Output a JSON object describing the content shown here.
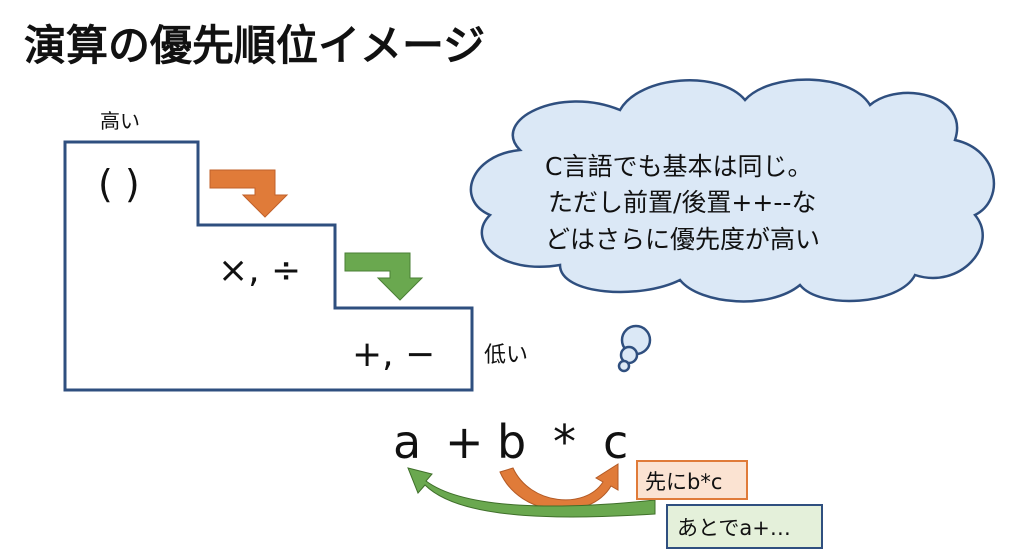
{
  "title": "演算の優先順位イメージ",
  "stairs": {
    "high_label": "高い",
    "low_label": "低い",
    "level1": "(  )",
    "level2": "×, ÷",
    "level3": "+, −"
  },
  "cloud": {
    "line1": "C言語でも基本は同じ。",
    "line2": "ただし前置/後置++--な",
    "line3": "どはさらに優先度が高い"
  },
  "expression": {
    "a": "a",
    "plus": "+",
    "b": "b",
    "star": "*",
    "c": "c"
  },
  "notes": {
    "first": "先にb*c",
    "then": "あとでa+…"
  },
  "colors": {
    "outline": "#2f4f7f",
    "orange": "#e07b39",
    "green": "#6aa84f",
    "cloud_fill": "#dbe8f6",
    "orange_box": "#fbe3d2",
    "green_box": "#e4f0da"
  }
}
